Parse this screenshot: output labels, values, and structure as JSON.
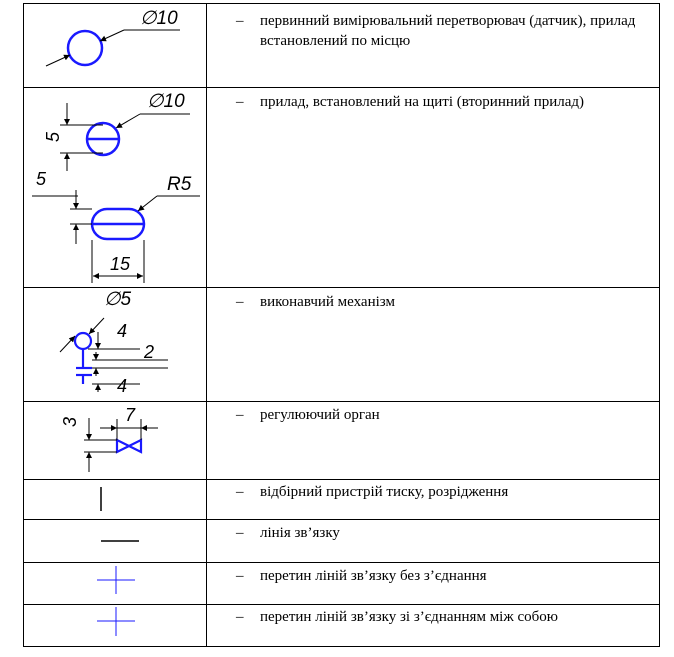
{
  "rows": [
    {
      "dash": "–",
      "description": "первинний вимірювальний перетворювач (датчик), прилад встановлений по місцю",
      "dims": [
        "∅10"
      ]
    },
    {
      "dash": "–",
      "description": "прилад, встановлений на щиті (вторинний прилад)",
      "dims": [
        "∅10",
        "5",
        "5",
        "R5",
        "15"
      ]
    },
    {
      "dash": "–",
      "description": "виконавчий механізм",
      "dims": [
        "∅5",
        "4",
        "2",
        "4"
      ]
    },
    {
      "dash": "–",
      "description": "регулюючий орган",
      "dims": [
        "3",
        "7"
      ]
    },
    {
      "dash": "–",
      "description": "відбірний пристрій тиску, розрідження"
    },
    {
      "dash": "–",
      "description": "лінія зв’язку"
    },
    {
      "dash": "–",
      "description": "перетин ліній зв’язку без з’єднання"
    },
    {
      "dash": "–",
      "description": "перетин ліній зв’язку зі з’єднанням між собою"
    }
  ],
  "colors": {
    "symbol": "#1a1aff",
    "line": "#000000"
  }
}
